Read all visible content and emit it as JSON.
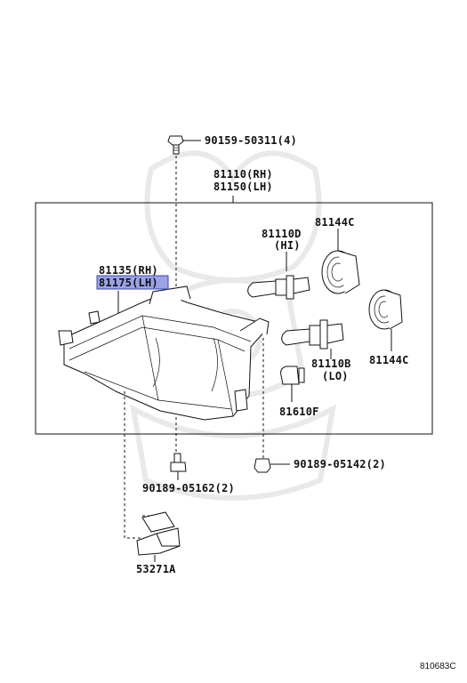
{
  "labels": {
    "top_bolt": "90159-50311(4)",
    "assy_rh": "81110(RH)",
    "assy_lh": "81150(LH)",
    "housing_rh": "81135(RH)",
    "housing_lh": "81175(LH)",
    "bulb_hi_num": "81110D",
    "bulb_hi_tag": "(HI)",
    "cap_upper": "81144C",
    "cap_lower": "81144C",
    "bulb_lo_num": "81110B",
    "bulb_lo_tag": "(LO)",
    "side_bulb": "81610F",
    "bolt_left": "90189-05162(2)",
    "bolt_right": "90189-05142(2)",
    "bracket": "53271A",
    "figure_code": "810683C"
  },
  "highlight_color": "#9aa3e6"
}
